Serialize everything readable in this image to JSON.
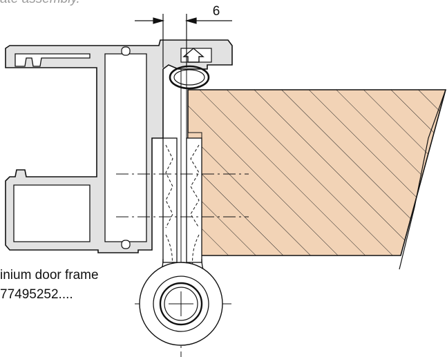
{
  "caption_top": "ate assembly.",
  "dimension_label": "6",
  "frame_label": "inium door frame",
  "part_number": "77495252....",
  "colors": {
    "wood_fill": "#f2d3b6",
    "aluminium_fill": "#e2e2e2",
    "stroke": "#111111",
    "caption_text": "#9a9a9a"
  }
}
